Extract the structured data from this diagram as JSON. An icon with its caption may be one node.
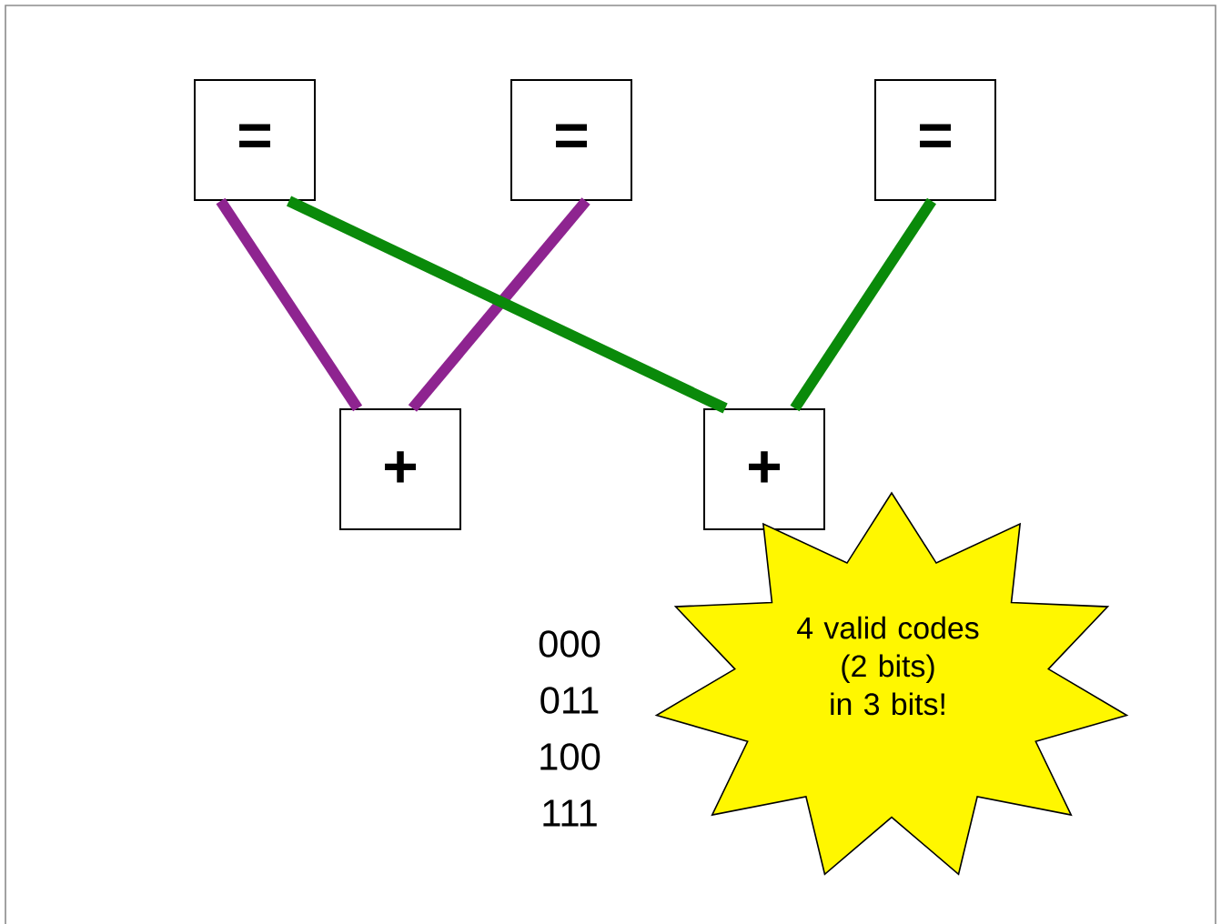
{
  "diagram": {
    "nodes": [
      {
        "text": [
          "="
        ]
      },
      {
        "text": [
          "="
        ]
      },
      {
        "text": [
          "="
        ]
      },
      {
        "text": [
          "+"
        ]
      },
      {
        "text": [
          "+"
        ]
      },
      {
        "text": [
          "4 valid codes (2 bits) in 3 bits!"
        ]
      }
    ],
    "edges": [
      {
        "from": 0,
        "to": 3,
        "arrow": "none",
        "color": "#8e2490"
      },
      {
        "from": 1,
        "to": 3,
        "arrow": "none",
        "color": "#8e2490"
      },
      {
        "from": 0,
        "to": 4,
        "arrow": "none",
        "color": "#0a8a0a"
      },
      {
        "from": 2,
        "to": 4,
        "arrow": "none",
        "color": "#0a8a0a"
      }
    ],
    "labels": [
      "000",
      "011",
      "100",
      "111"
    ]
  }
}
